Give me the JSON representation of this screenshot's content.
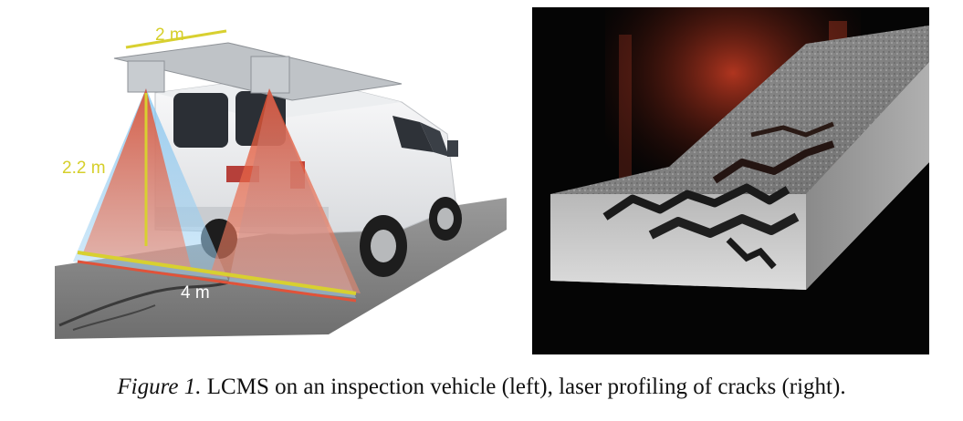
{
  "figure": {
    "left_panel": {
      "width_label": "2 m",
      "height_label": "2.2 m",
      "depth_label": "4 m"
    },
    "caption": {
      "label": "Figure 1.",
      "text": " LCMS on an inspection vehicle (left), laser profiling of cracks (right)."
    }
  },
  "colors": {
    "dimension_line": "#d8d030",
    "laser_red": "#e05a3a",
    "laser_blue": "#6fb5e8",
    "van_white": "#f2f3f4",
    "road_gray": "#8c8c8c",
    "dark_background": "#050505"
  }
}
